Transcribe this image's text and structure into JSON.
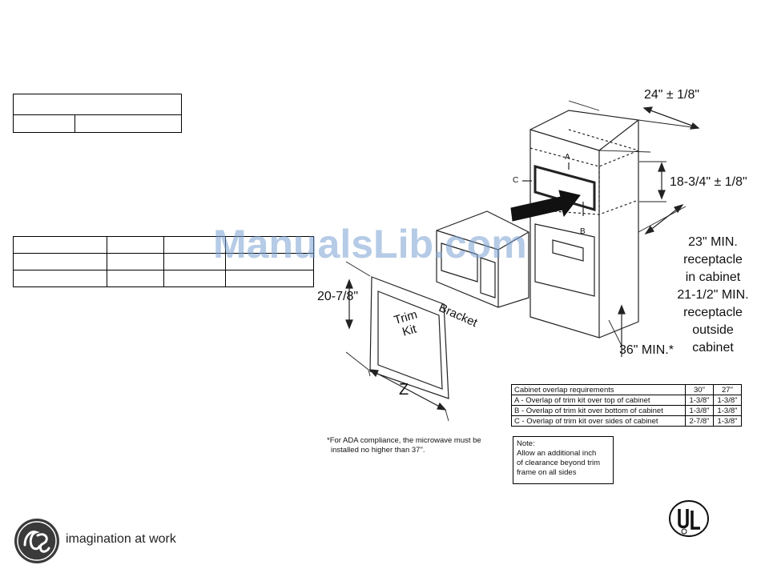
{
  "dimensions": {
    "width": "24\" ± 1/8\"",
    "height": "18-3/4\" ± 1/8\"",
    "trim_height": "20-7/8\"",
    "trim_width": "Z",
    "min_height": "36\" MIN.*"
  },
  "receptacle_note": {
    "line1": "23\" MIN.",
    "line2": "receptacle",
    "line3": "in cabinet",
    "line4": "21-1/2\" MIN.",
    "line5": "receptacle",
    "line6": "outside",
    "line7": "cabinet"
  },
  "labels": {
    "a": "A",
    "b": "B",
    "c": "C",
    "bracket": "Bracket",
    "trim_line1": "Trim",
    "trim_line2": "Kit"
  },
  "overlap_table": {
    "header": {
      "label": "Cabinet overlap requirements",
      "col30": "30\"",
      "col27": "27\""
    },
    "rows": [
      {
        "label": "A - Overlap of trim kit over top of cabinet",
        "v30": "1-3/8\"",
        "v27": "1-3/8\""
      },
      {
        "label": "B - Overlap of trim kit over bottom of cabinet",
        "v30": "1-3/8\"",
        "v27": "1-3/8\""
      },
      {
        "label": "C - Overlap of trim kit over sides of cabinet",
        "v30": "2-7/8\"",
        "v27": "1-3/8\""
      }
    ]
  },
  "note": {
    "title": "Note:",
    "line1": "Allow an additional inch",
    "line2": "of clearance beyond trim",
    "line3": "frame on all sides"
  },
  "ada_note": {
    "line1": "*For ADA compliance, the microwave must be",
    "line2": "installed no higher than 37\"."
  },
  "watermark": "ManualsLib.com",
  "footer": {
    "tagline": "imagination at work",
    "brand_icon": "ge-monogram-icon",
    "cert_icon": "ul-listed-icon"
  }
}
